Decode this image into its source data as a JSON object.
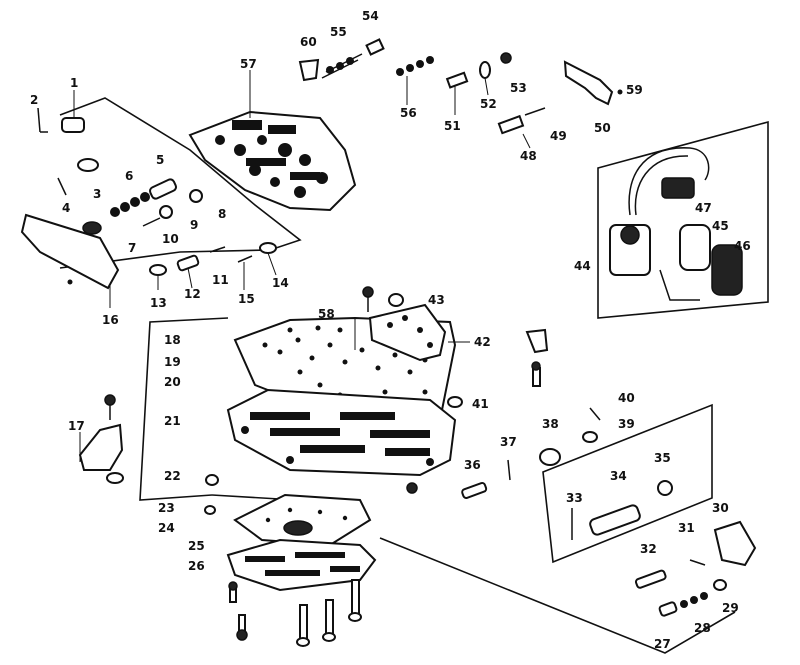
{
  "callouts": [
    {
      "id": "c1",
      "text": "1"
    },
    {
      "id": "c2",
      "text": "2"
    },
    {
      "id": "c3",
      "text": "3"
    },
    {
      "id": "c4",
      "text": "4"
    },
    {
      "id": "c5",
      "text": "5"
    },
    {
      "id": "c6",
      "text": "6"
    },
    {
      "id": "c7",
      "text": "7"
    },
    {
      "id": "c8",
      "text": "8"
    },
    {
      "id": "c9",
      "text": "9"
    },
    {
      "id": "c10",
      "text": "10"
    },
    {
      "id": "c11",
      "text": "11"
    },
    {
      "id": "c12",
      "text": "12"
    },
    {
      "id": "c13",
      "text": "13"
    },
    {
      "id": "c14",
      "text": "14"
    },
    {
      "id": "c15",
      "text": "15"
    },
    {
      "id": "c16",
      "text": "16"
    },
    {
      "id": "c17",
      "text": "17"
    },
    {
      "id": "c18",
      "text": "18"
    },
    {
      "id": "c19",
      "text": "19"
    },
    {
      "id": "c20",
      "text": "20"
    },
    {
      "id": "c21",
      "text": "21"
    },
    {
      "id": "c22",
      "text": "22"
    },
    {
      "id": "c23",
      "text": "23"
    },
    {
      "id": "c24",
      "text": "24"
    },
    {
      "id": "c25",
      "text": "25"
    },
    {
      "id": "c26",
      "text": "26"
    },
    {
      "id": "c27",
      "text": "27"
    },
    {
      "id": "c28",
      "text": "28"
    },
    {
      "id": "c29",
      "text": "29"
    },
    {
      "id": "c30",
      "text": "30"
    },
    {
      "id": "c31",
      "text": "31"
    },
    {
      "id": "c32",
      "text": "32"
    },
    {
      "id": "c33",
      "text": "33"
    },
    {
      "id": "c34",
      "text": "34"
    },
    {
      "id": "c35",
      "text": "35"
    },
    {
      "id": "c36",
      "text": "36"
    },
    {
      "id": "c37",
      "text": "37"
    },
    {
      "id": "c38",
      "text": "38"
    },
    {
      "id": "c39",
      "text": "39"
    },
    {
      "id": "c40",
      "text": "40"
    },
    {
      "id": "c41",
      "text": "41"
    },
    {
      "id": "c42",
      "text": "42"
    },
    {
      "id": "c43",
      "text": "43"
    },
    {
      "id": "c44",
      "text": "44"
    },
    {
      "id": "c45",
      "text": "45"
    },
    {
      "id": "c46",
      "text": "46"
    },
    {
      "id": "c47",
      "text": "47"
    },
    {
      "id": "c48",
      "text": "48"
    },
    {
      "id": "c49",
      "text": "49"
    },
    {
      "id": "c50",
      "text": "50"
    },
    {
      "id": "c51",
      "text": "51"
    },
    {
      "id": "c52",
      "text": "52"
    },
    {
      "id": "c53",
      "text": "53"
    },
    {
      "id": "c54",
      "text": "54"
    },
    {
      "id": "c55",
      "text": "55"
    },
    {
      "id": "c56",
      "text": "56"
    },
    {
      "id": "c57",
      "text": "57"
    },
    {
      "id": "c58",
      "text": "58"
    },
    {
      "id": "c59",
      "text": "59"
    },
    {
      "id": "c60",
      "text": "60"
    }
  ]
}
